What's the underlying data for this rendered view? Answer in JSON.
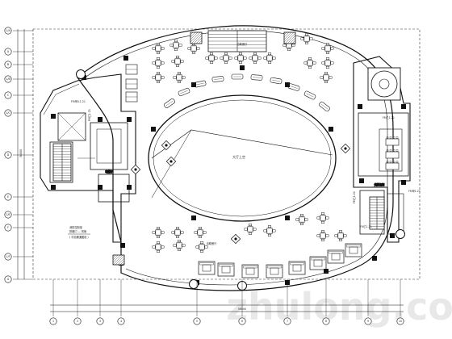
{
  "plan": {
    "center_label": "大厅上空",
    "upper_dining_label": "自助餐厅",
    "lower_dining_label": "自助餐厅",
    "left_room_label": "电梯厅",
    "right_room_label": "贵宾包间",
    "fire_labels": [
      "FM甲0.1.21",
      "FM乙1.21",
      "FM乙1.21",
      "FM甲1.21",
      "FM乙1.21",
      "FM乙1.21"
    ],
    "note_lines": [
      "消防控制室",
      "排烟口 — 风管",
      "( 详见暖通图纸 )"
    ],
    "left_axis_labels": [
      "1/A",
      "A",
      "B",
      "1/B",
      "C",
      "1/C",
      "D",
      "E",
      "1/E",
      "F",
      "1/F",
      "G"
    ],
    "bottom_axis_labels": [
      "1",
      "2",
      "3",
      "4",
      "5",
      "6",
      "7",
      "8",
      "9",
      "10"
    ],
    "bottom_dimension_total": "56000",
    "left_dimension_total": "36000",
    "watermark": "zhulong.com"
  }
}
